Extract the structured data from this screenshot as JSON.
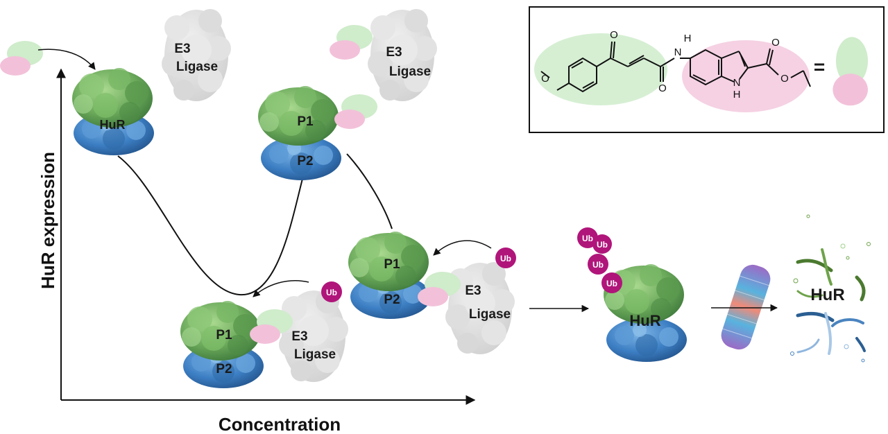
{
  "axes": {
    "x_label": "Concentration",
    "y_label": "HuR expression"
  },
  "labels": {
    "hur": "HuR",
    "p1": "P1",
    "p2": "P2",
    "e3_line1": "E3",
    "e3_line2": "Ligase",
    "ub": "Ub",
    "equals": "="
  },
  "chem": {
    "atom_o": "O",
    "atom_n": "N",
    "atom_h": "H"
  },
  "colors": {
    "protein_green": "#6aa85a",
    "protein_blue": "#3d7fc4",
    "ligase_gray": "#d9d9d9",
    "warhead_green": "#cfeccb",
    "ligand_pink": "#f2c1d9",
    "ub_purple": "#b0157a"
  }
}
